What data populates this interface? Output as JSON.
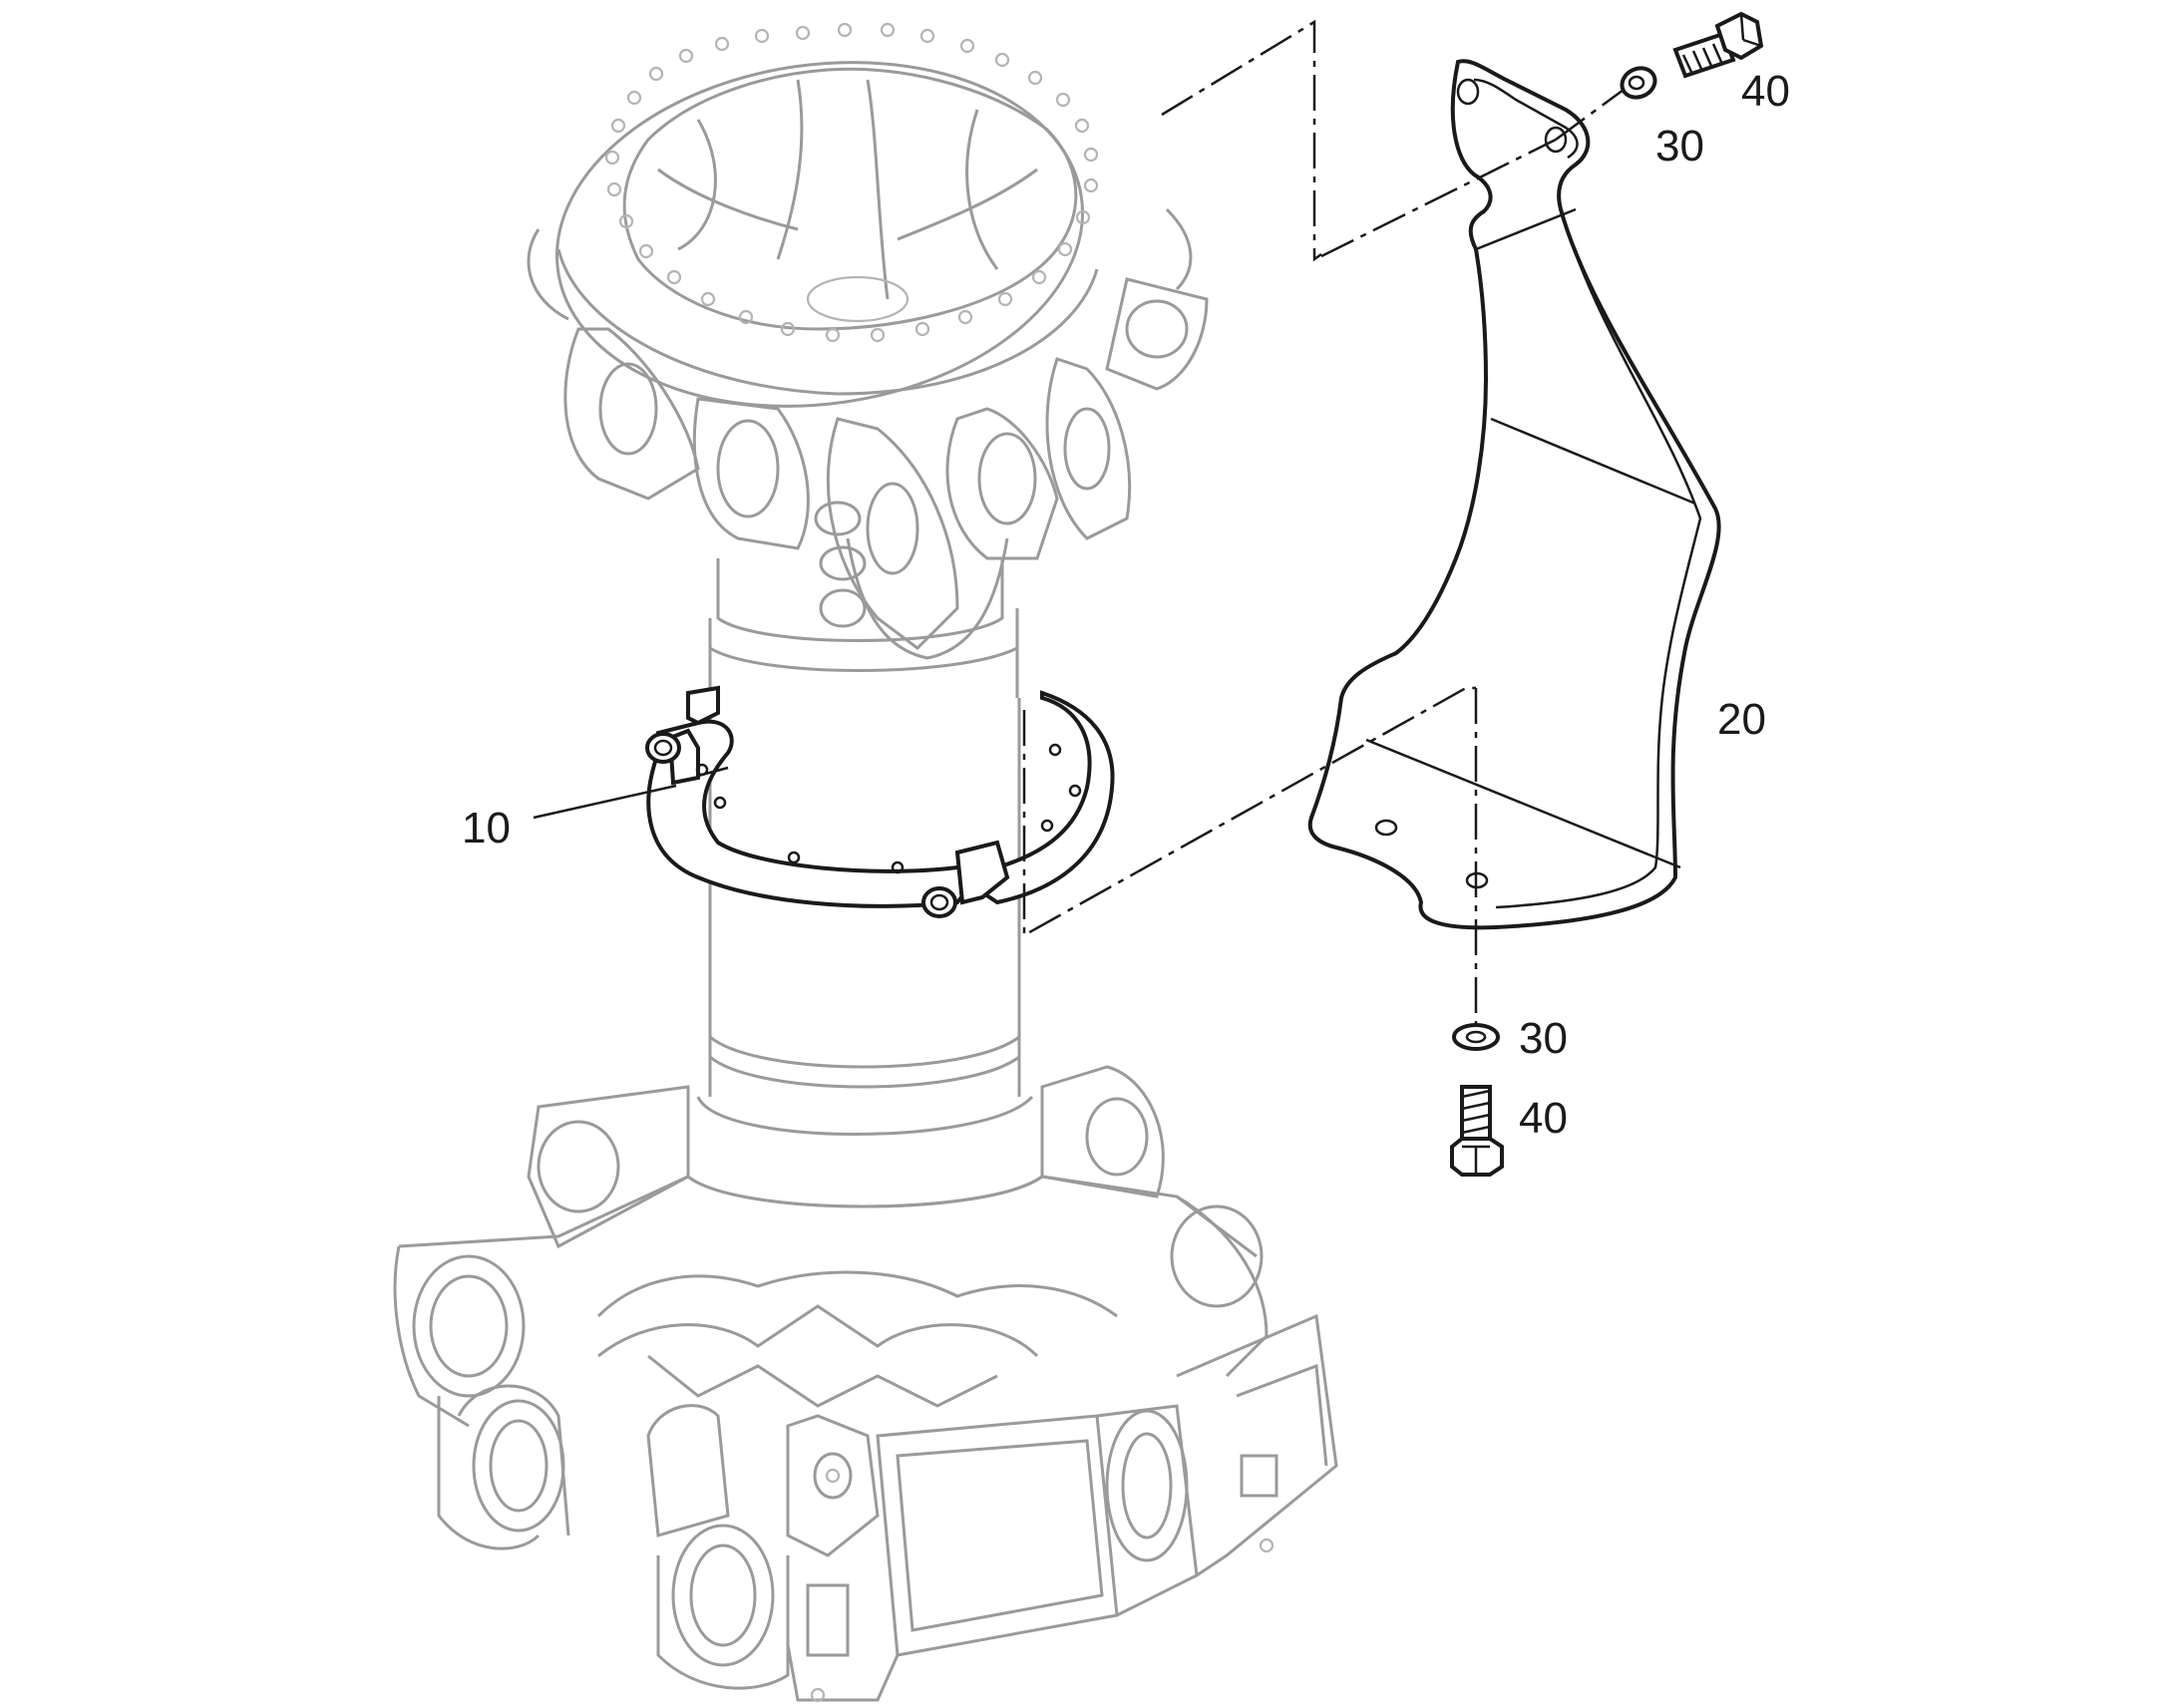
{
  "callouts": {
    "clamp": "10",
    "shield": "20",
    "washer_top": "30",
    "bolt_top": "40",
    "washer_bottom": "30",
    "bolt_bottom": "40"
  },
  "parts": [
    {
      "number": "10",
      "name": "clamp ring"
    },
    {
      "number": "20",
      "name": "shield plate"
    },
    {
      "number": "30",
      "name": "washer"
    },
    {
      "number": "40",
      "name": "bolt"
    }
  ]
}
